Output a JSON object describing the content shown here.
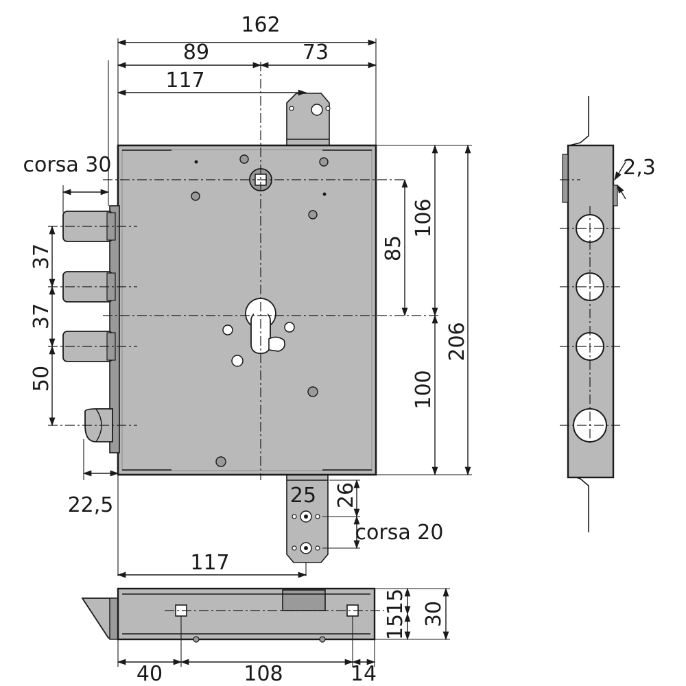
{
  "colors": {
    "plate": "#b9b9b9",
    "plate_dark": "#9a9a9a",
    "line": "#1a1a1a",
    "hole": "#ffffff",
    "background": "#ffffff"
  },
  "dimensions": {
    "total_width": "162",
    "left_width": "89",
    "right_width": "73",
    "backset": "117",
    "stroke_top_label": "corsa 30",
    "bolt_spacing_1": "37",
    "bolt_spacing_2": "37",
    "latch_spacing": "50",
    "latch_projection": "22,5",
    "upper_height": "106",
    "upper_offset": "85",
    "total_height": "206",
    "lower_height": "100",
    "rod_width": "25",
    "rod_height": "26",
    "stroke_bottom_label": "corsa 20",
    "bottom_backset": "117",
    "plate_thickness": "2,3",
    "depth_top": "15",
    "depth_bottom": "15",
    "depth_total": "30",
    "bottom_left": "40",
    "bottom_center": "108",
    "bottom_right": "14"
  }
}
